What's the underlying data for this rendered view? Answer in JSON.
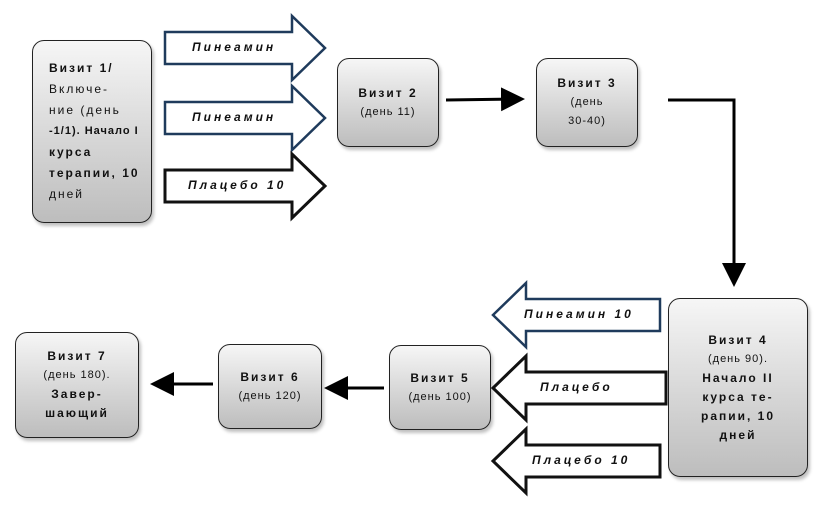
{
  "visit1": {
    "title": "Визит 1/",
    "lines": [
      "Включе-",
      "ние (день",
      "-1/1). Начало I",
      "курса",
      "терапии, 10",
      "дней"
    ]
  },
  "visit2": {
    "title": "Визит 2",
    "sub": "(день 11)"
  },
  "visit3": {
    "title": "Визит 3",
    "sub1": "(день",
    "sub2": "30-40)"
  },
  "visit4": {
    "title": "Визит 4",
    "sub": "(день 90).",
    "lines": [
      "Начало II",
      "курса те-",
      "рапии, 10",
      "дней"
    ]
  },
  "visit5": {
    "title": "Визит 5",
    "sub": "(день 100)"
  },
  "visit6": {
    "title": "Визит 6",
    "sub": "(день 120)"
  },
  "visit7": {
    "title": "Визит 7",
    "sub": "(день 180).",
    "lines": [
      "Завер-",
      "шающий"
    ]
  },
  "arrows": {
    "a1": "Пинеамин",
    "a2": "Пинеамин",
    "a3": "Плацебо 10",
    "a4": "Пинеамин 10",
    "a5": "Плацебо",
    "a6": "Плацебо 10"
  },
  "colors": {
    "pineamin_arrow": "#1f3b5c",
    "placebo_arrow": "#111111",
    "box_fill": "#d6d6d6"
  }
}
